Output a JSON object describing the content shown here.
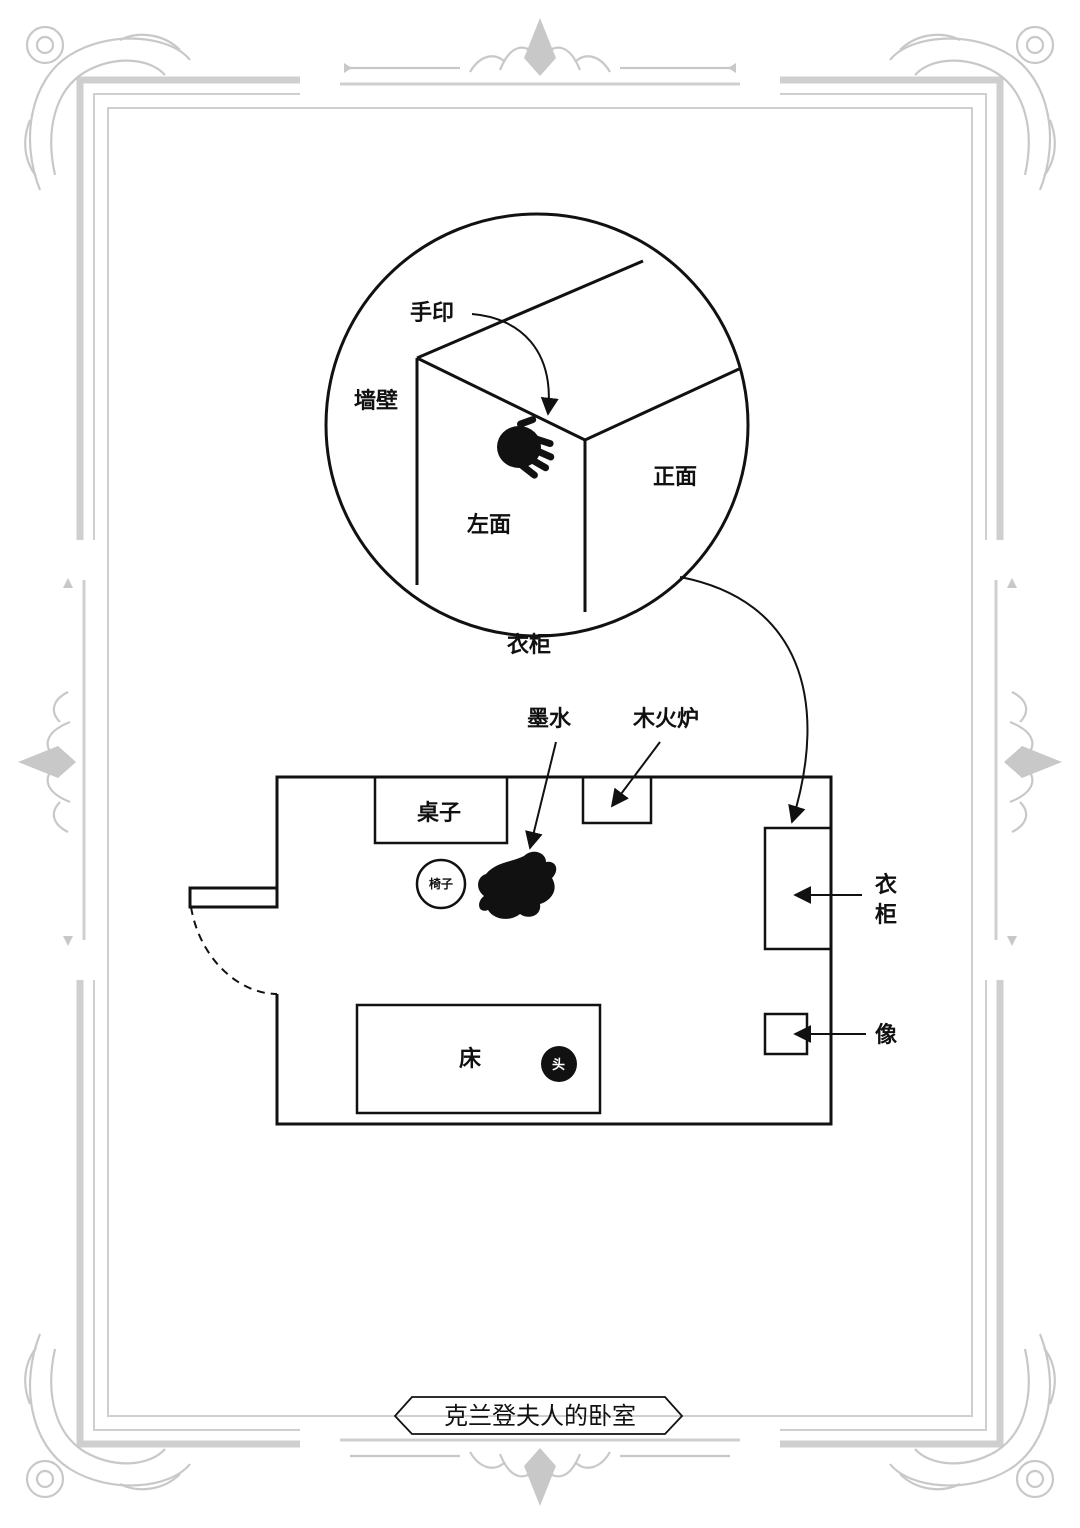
{
  "diagram": {
    "caption": "克兰登夫人的卧室",
    "inset": {
      "handprint_label": "手印",
      "wall_label": "墙壁",
      "left_side_label": "左面",
      "front_side_label": "正面",
      "wardrobe_label": "衣柜"
    },
    "floorplan": {
      "ink_label": "墨水",
      "stove_label": "木火炉",
      "desk_label": "桌子",
      "chair_label": "椅子",
      "bed_label": "床",
      "head_label": "头",
      "wardrobe_label_line1": "衣",
      "wardrobe_label_line2": "柜",
      "portrait_label": "像"
    }
  },
  "colors": {
    "ink": "#111111",
    "frame": "#cfcfcf",
    "ornament": "#c8c8c8",
    "background": "#ffffff"
  }
}
